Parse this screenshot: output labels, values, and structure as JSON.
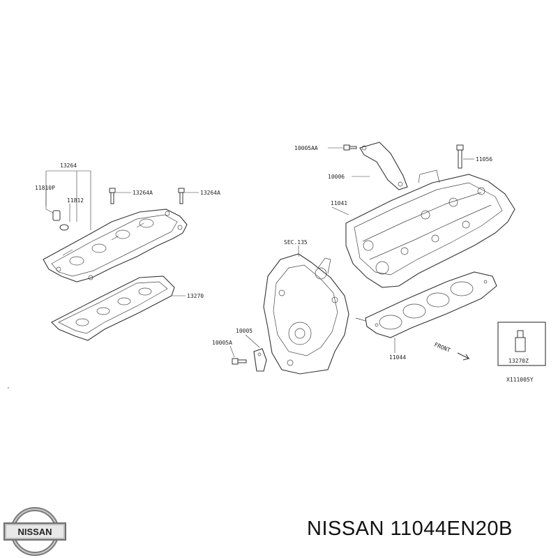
{
  "labels": {
    "l13264": "13264",
    "l11810p": "11810P",
    "l11812": "11812",
    "l13264a_1": "13264A",
    "l13264a_2": "13264A",
    "l13270": "13270",
    "l10005aa": "10005AA",
    "l10006": "10006",
    "l11056": "11056",
    "l11041": "11041",
    "sec135": "SEC.135",
    "l10005": "10005",
    "l10005a": "10005A",
    "l11044": "11044",
    "front": "FRONT",
    "l13270z": "13270Z",
    "ref": "X111005Y"
  },
  "footer": {
    "brand": "NISSAN",
    "part_number": "NISSAN 11044EN20B"
  }
}
